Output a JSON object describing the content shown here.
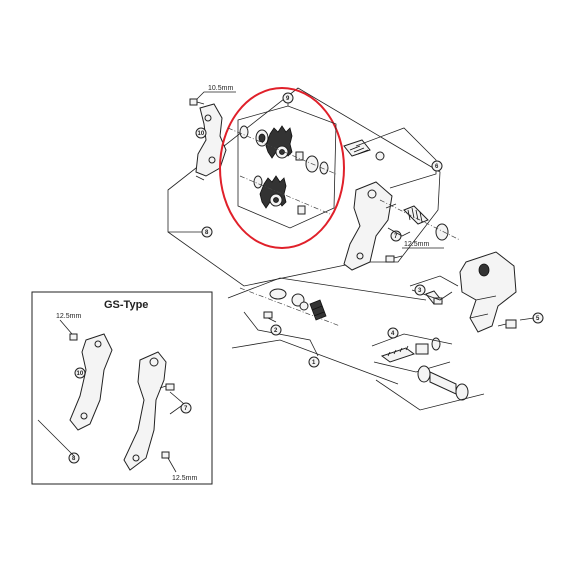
{
  "labels": {
    "dim_top": "10.5mm",
    "dim_mid": "12.5mm",
    "gs_title": "GS-Type",
    "gs_dim_top": "12.5mm",
    "gs_dim_bottom": "12.5mm"
  },
  "callouts": {
    "c1": "1",
    "c2": "2",
    "c3": "3",
    "c4": "4",
    "c5": "5",
    "c6": "6",
    "c7": "7",
    "c8": "8",
    "c9": "9",
    "c10": "10",
    "gs7": "7",
    "gs8": "8",
    "gs10": "10"
  },
  "colors": {
    "highlight": "#e0202a",
    "ink": "#222222"
  }
}
